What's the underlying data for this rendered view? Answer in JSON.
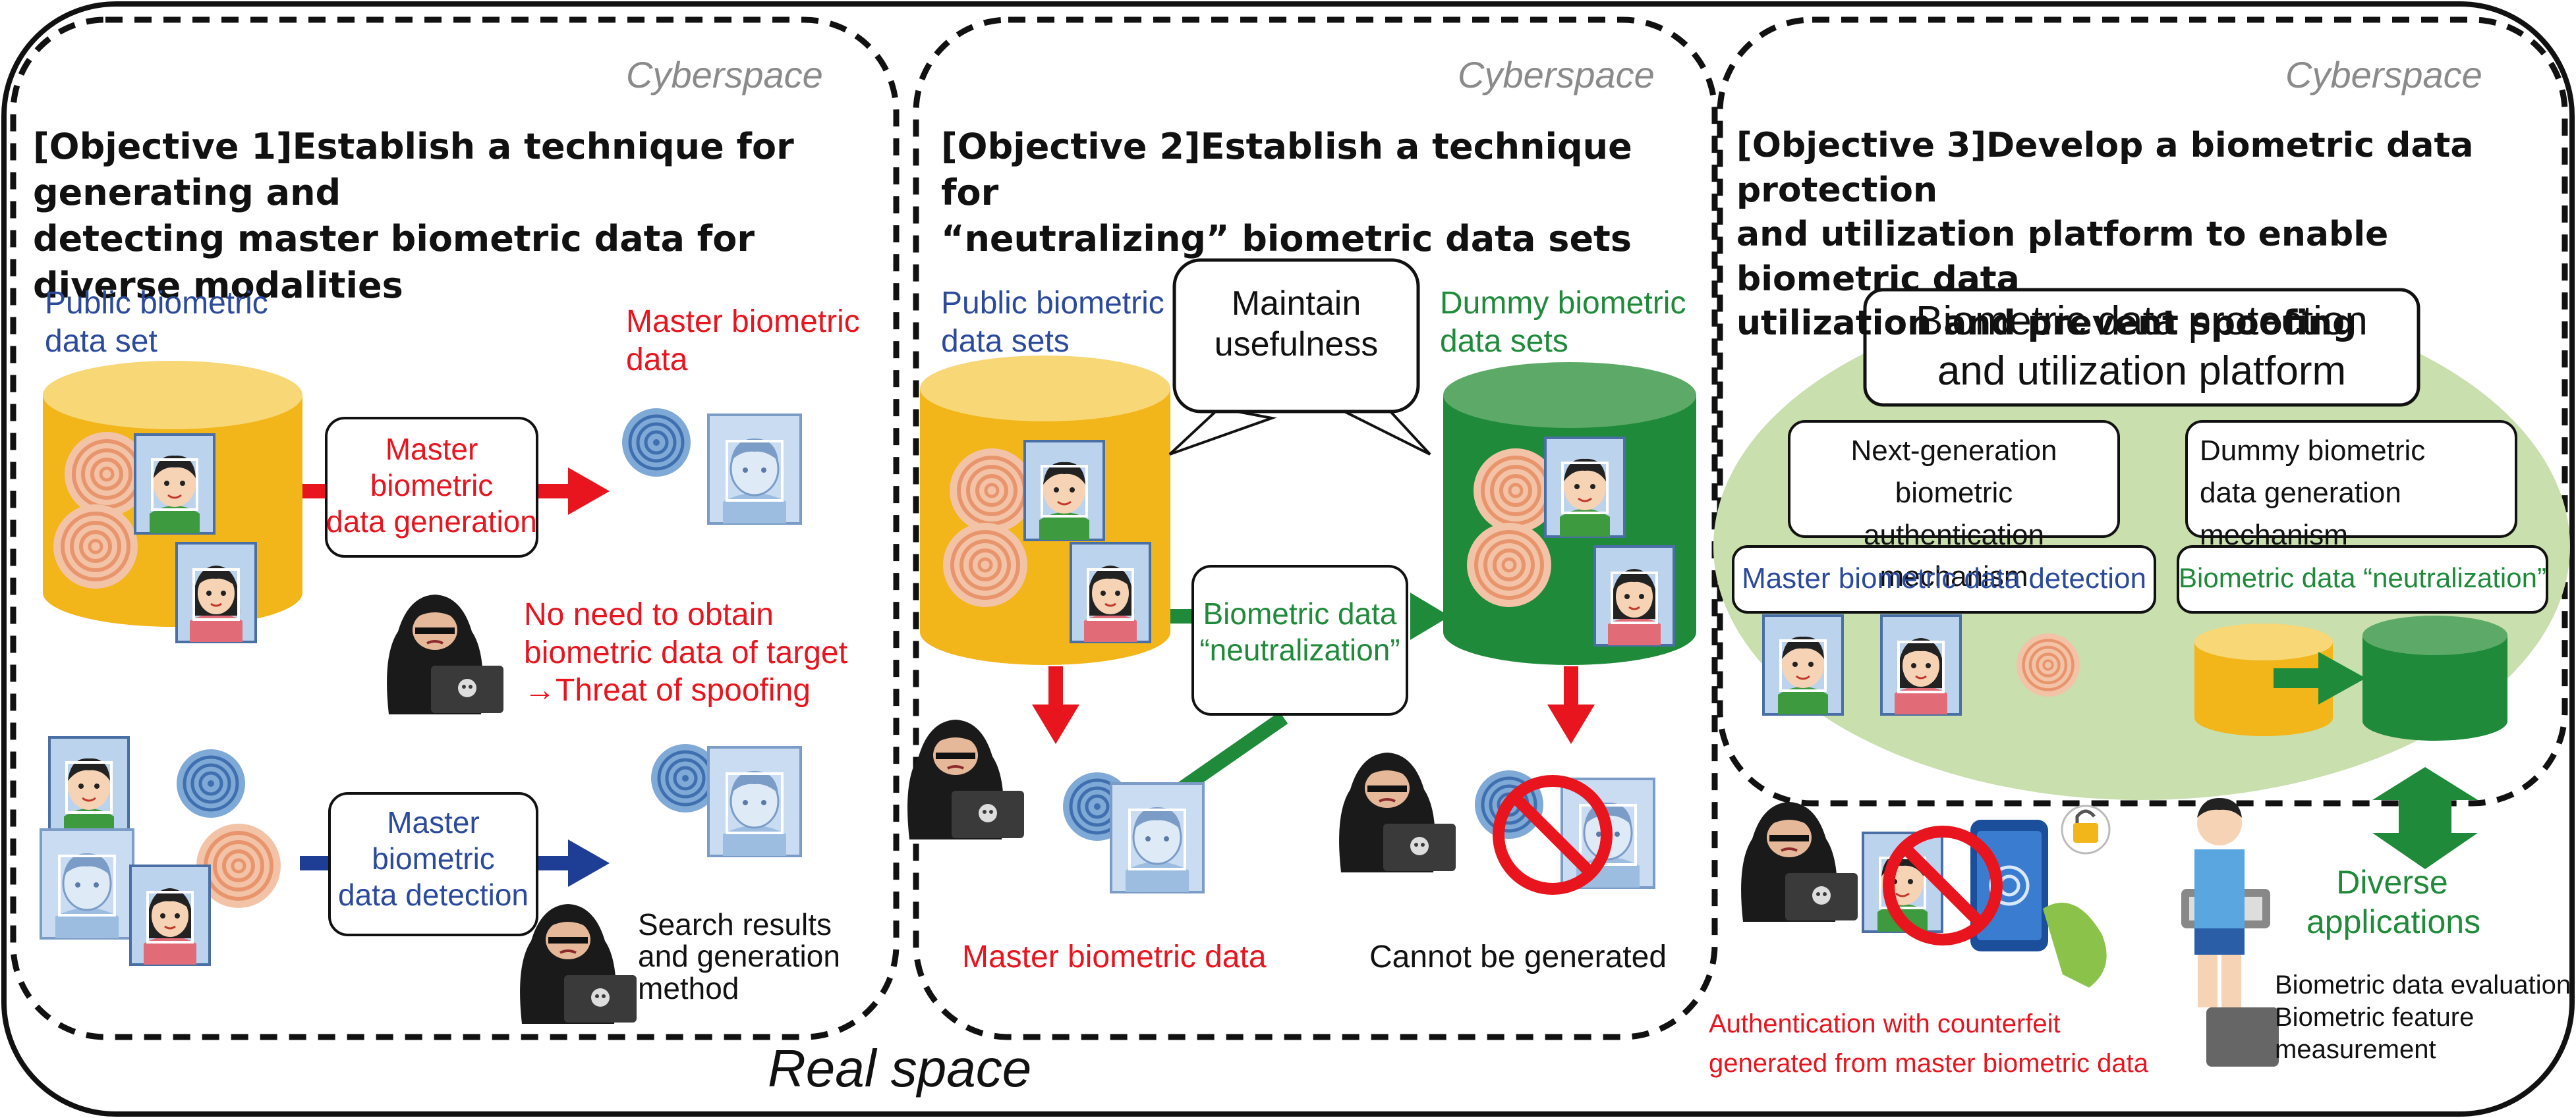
{
  "colors": {
    "cyber_label": "#8a8a8a",
    "blue_text": "#2b4a9c",
    "red_text": "#e8141e",
    "green_text": "#1f8a3a",
    "public_db": "#f2b51a",
    "dummy_db": "#1e8a3a",
    "platform_bg": "#c9dfae",
    "blue_arrow": "#1e3e96",
    "red_arrow": "#e8141e",
    "green_arrow": "#1e8a3a"
  },
  "diagram": {
    "real_space_label": "Real space",
    "panel1": {
      "cyber_label": "Cyberspace",
      "title": "[Objective 1]Establish a technique for generating and\ndetecting master biometric data for diverse modalities",
      "public_db_label": "Public biometric\ndata set",
      "master_data_label": "Master biometric\ndata",
      "generation_box": "Master\nbiometric\ndata generation",
      "threat_text": "No need to obtain\nbiometric data of target\n→Threat of spoofing",
      "detection_box": "Master\nbiometric\ndata detection",
      "search_results": "Search results\nand generation\nmethod"
    },
    "panel2": {
      "cyber_label": "Cyberspace",
      "title": "[Objective 2]Establish a technique for\n“neutralizing” biometric data sets",
      "public_db_label": "Public biometric\ndata sets",
      "usefulness_bubble": "Maintain\nusefulness",
      "dummy_db_label": "Dummy biometric\ndata sets",
      "neutralization_box": "Biometric data\n“neutralization”",
      "master_data_label": "Master biometric data",
      "cannot_label": "Cannot be generated"
    },
    "panel3": {
      "cyber_label": "Cyberspace",
      "title": "[Objective 3]Develop a biometric data protection\nand utilization platform to enable biometric data\nutilization and prevent spoofing",
      "platform_box": "Biometric data protection\nand utilization platform",
      "next_gen_box": "Next-generation biometric\nauthentication mechanism",
      "dummy_gen_box": "Dummy biometric\ndata generation mechanism",
      "detection_box": "Master biometric data detection",
      "neutralization_box": "Biometric data “neutralization”",
      "counterfeit_text": "Authentication with counterfeit\ngenerated from master biometric data",
      "diverse_label": "Diverse\napplications",
      "evaluation_text": "Biometric data evaluation\nBiometric feature\nmeasurement"
    }
  },
  "icons": [
    "fingerprint-icon",
    "face-photo-icon",
    "hacker-icon",
    "database-icon",
    "prohibited-icon",
    "smartphone-icon",
    "padlock-icon",
    "person-on-scale-icon"
  ]
}
